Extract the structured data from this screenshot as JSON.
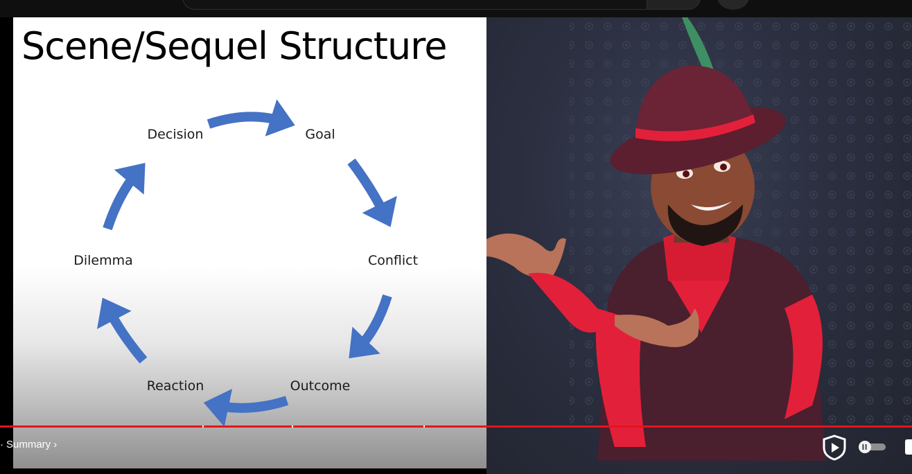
{
  "slide": {
    "title": "Scene/Sequel Structure",
    "cycle": [
      "Decision",
      "Goal",
      "Conflict",
      "Outcome",
      "Reaction",
      "Dilemma"
    ]
  },
  "player": {
    "chapter": "Summary",
    "progress_color": "#e5151b",
    "arrow_color": "#4472c4"
  }
}
